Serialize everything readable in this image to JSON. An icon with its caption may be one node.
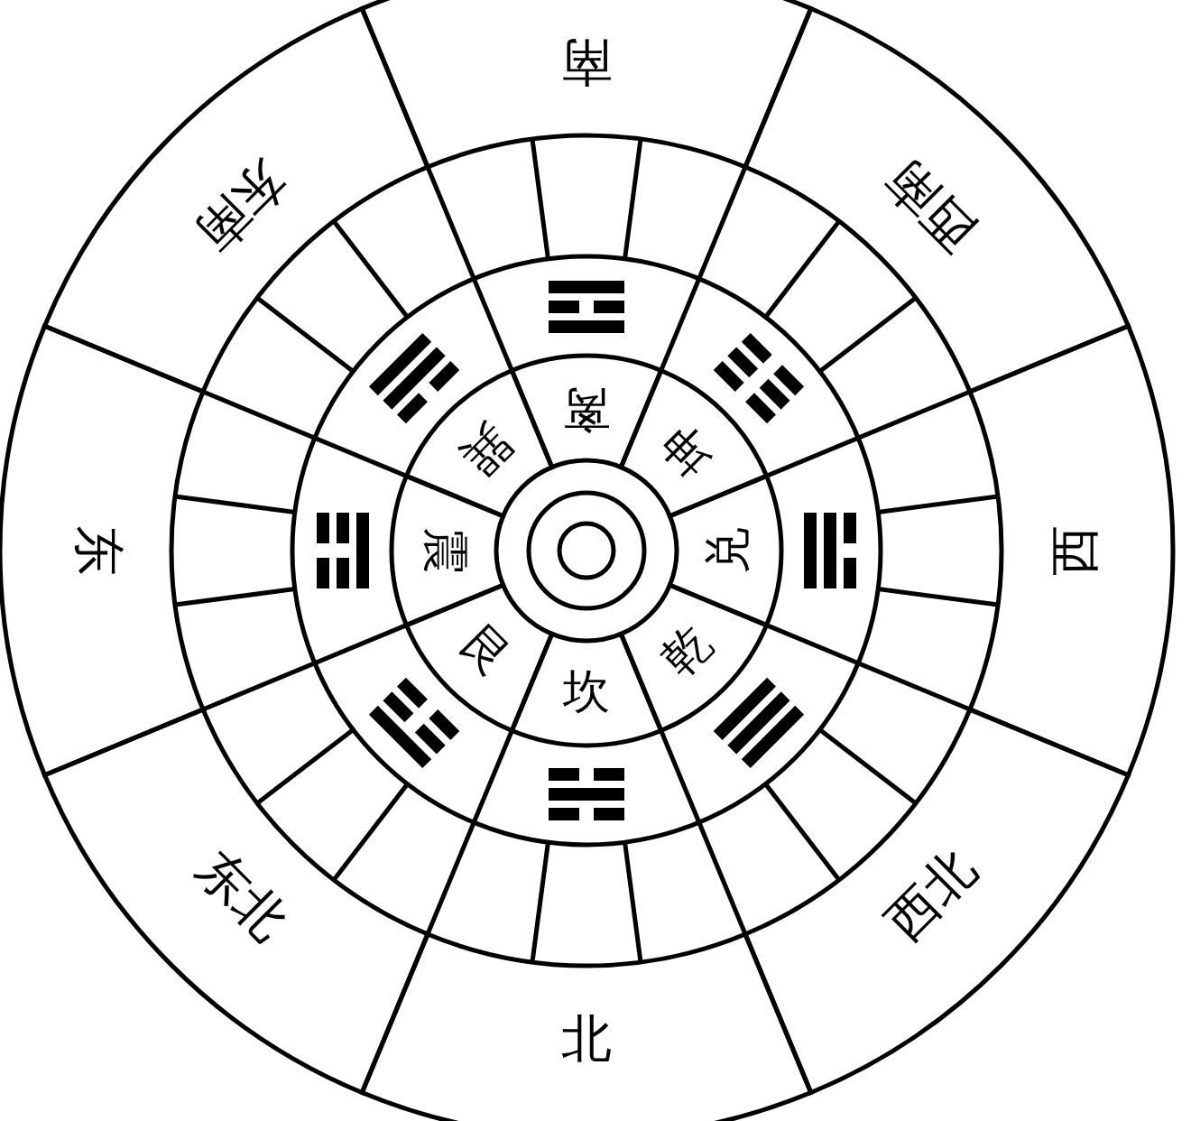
{
  "diagram": {
    "nodes": [
      {
        "text": [
          "南"
        ]
      },
      {
        "text": [
          "西南"
        ]
      },
      {
        "text": [
          "西"
        ]
      },
      {
        "text": [
          "西北"
        ]
      },
      {
        "text": [
          "北"
        ]
      },
      {
        "text": [
          "东北"
        ]
      },
      {
        "text": [
          "东"
        ]
      },
      {
        "text": [
          "东南"
        ]
      },
      {
        "text": [
          "离"
        ]
      },
      {
        "text": [
          "坤"
        ]
      },
      {
        "text": [
          "兑"
        ]
      },
      {
        "text": [
          "乾"
        ]
      },
      {
        "text": [
          "坎"
        ]
      },
      {
        "text": [
          "艮"
        ]
      },
      {
        "text": [
          "震"
        ]
      },
      {
        "text": [
          "巽"
        ]
      }
    ]
  }
}
